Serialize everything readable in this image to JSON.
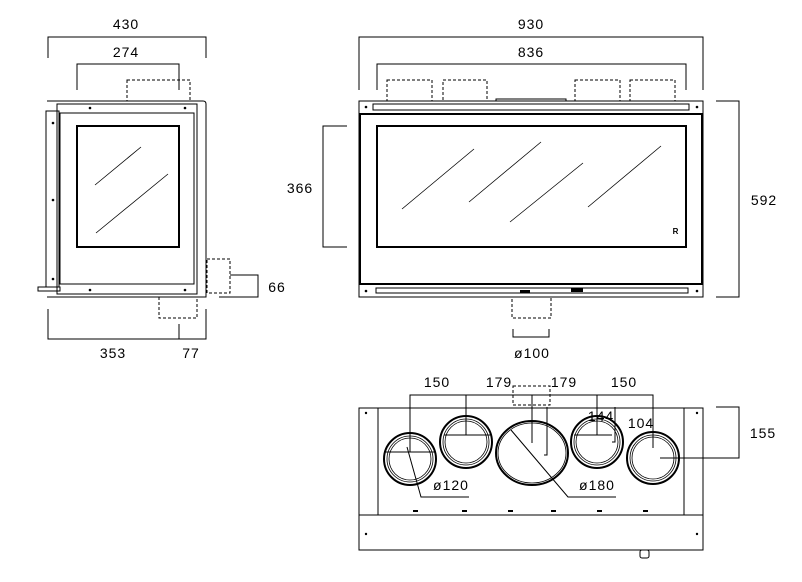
{
  "side_view": {
    "overall_width": "430",
    "flue_spacing": "274",
    "side_outlet_height": "66",
    "depth_main": "353",
    "depth_rear": "77"
  },
  "front_view": {
    "overall_width": "930",
    "flue_span": "836",
    "glass_height": "366",
    "overall_height": "592",
    "air_inlet_diameter": "ø100",
    "glass_mark": "R"
  },
  "top_view": {
    "outer_spacing_left": "150",
    "center_spacing_left": "179",
    "center_spacing_right": "179",
    "outer_spacing_right": "150",
    "offset_center": "144",
    "offset_inner": "104",
    "depth_outer": "155",
    "small_outlet_diameter": "ø120",
    "large_outlet_diameter": "ø180"
  }
}
